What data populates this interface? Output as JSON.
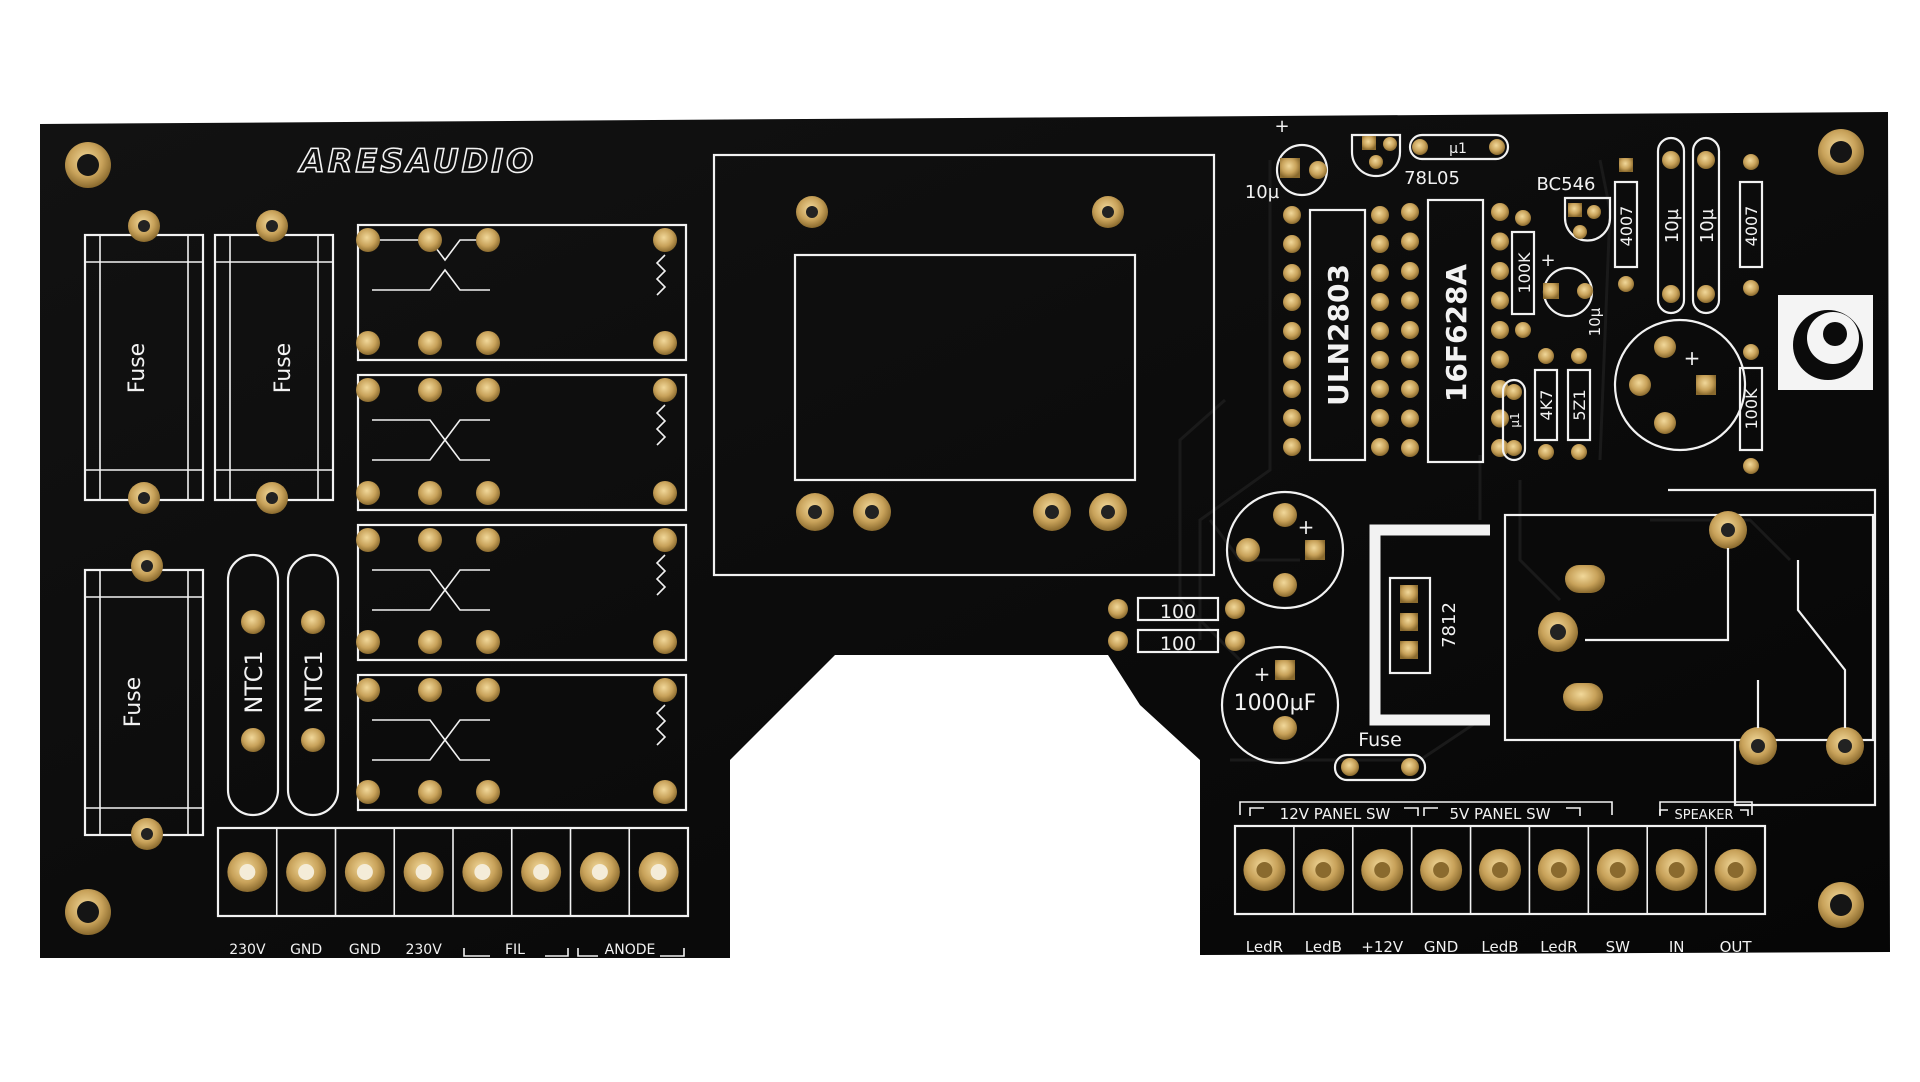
{
  "board": {
    "brand": "ARESAUDIO",
    "colors": {
      "soldermask": "#0b0b0b",
      "silkscreen": "#f2f2f2",
      "pad_gold": "#c8a25a",
      "background": "#ffffff"
    }
  },
  "labels": {
    "fuse": "Fuse",
    "ntc": "NTC1",
    "uln": "ULN2803",
    "pic": "16F628A",
    "reg_small": "78L05",
    "transistor": "BC546",
    "cap_10u": "10µ",
    "cap_u1": "µ1",
    "diode": "4007",
    "res_100k": "100K",
    "res_4k7": "4K7",
    "zener": "5Z1",
    "res_100": "100",
    "cap_1000": "1000µF",
    "reg_7812": "7812",
    "plus": "+",
    "group_12v": "12V PANEL SW",
    "group_5v": "5V PANEL SW",
    "group_speaker": "SPEAKER",
    "group_fil": "FIL",
    "group_anode": "ANODE"
  },
  "left_terminal_labels": [
    "230V",
    "GND",
    "GND",
    "230V"
  ],
  "right_terminal_labels": [
    "LedR",
    "LedB",
    "+12V",
    "GND",
    "LedB",
    "LedR",
    "SW",
    "IN",
    "OUT"
  ],
  "icons": [
    "mounting-hole-icon",
    "fuse-icon",
    "relay-coil-icon",
    "eye-logo-icon"
  ]
}
